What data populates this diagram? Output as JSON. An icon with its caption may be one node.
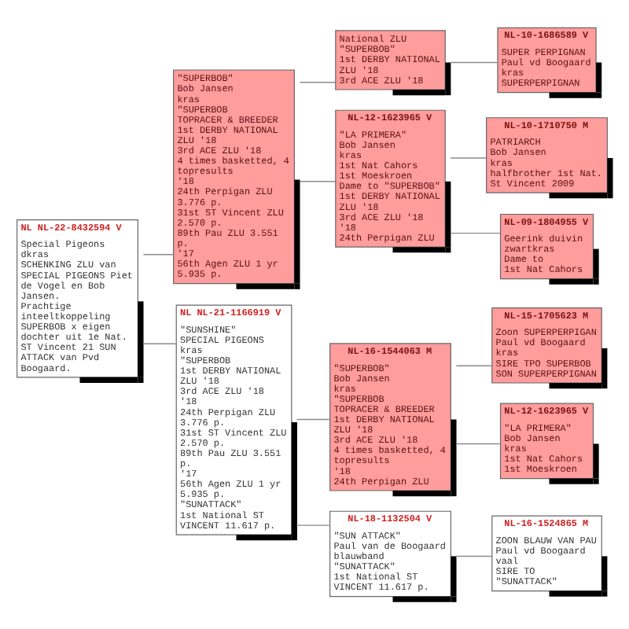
{
  "diagram": {
    "nodes": [
      {
        "text": [
          "NL NL-22-8432594 V",
          "Special Pigeons",
          "dkras",
          "SCHENKING ZLU van SPECIAL PIGEONS Piet de Vogel en Bob Jansen.",
          "Prachtige inteeltkoppeling SUPERBOB x eigen dochter uit 1e Nat. ST Vincent 21 SUN ATTACK van Pvd Boogaard."
        ]
      },
      {
        "text": [
          "\"SUPERBOB\"",
          "Bob Jansen",
          "kras",
          "\"SUPERBOB",
          "TOPRACER & BREEDER",
          "1st DERBY NATIONAL ZLU '18",
          "3rd ACE ZLU '18",
          "4 times basketted, 4 topresults",
          "'18",
          "24th Perpigan ZLU 3.776 p.",
          "31st ST Vincent ZLU 2.570 p.",
          "89th Pau ZLU 3.551 p.",
          "'17",
          "56th Agen ZLU 1 yr 5.935 p."
        ]
      },
      {
        "text": [
          "NL NL-21-1166919 V",
          "\"SUNSHINE\"",
          "SPECIAL PIGEONS",
          "kras",
          "\"SUPERBOB",
          "1st DERBY NATIONAL ZLU '18",
          "3rd ACE ZLU '18",
          "'18",
          "24th Perpigan ZLU 3.776 p.",
          "31st ST Vincent ZLU 2.570 p.",
          "89th Pau ZLU 3.551 p.",
          "'17",
          "56th Agen ZLU 1 yr 5.935 p.",
          "\"SUNATTACK\"",
          "1st National ST VINCENT 11.617 p."
        ]
      },
      {
        "text": [
          "National ZLU",
          "\"SUPERBOB\"",
          "1st DERBY NATIONAL ZLU '18",
          "3rd ACE ZLU '18"
        ]
      },
      {
        "text": [
          "NL-12-1623965 V",
          "\"LA PRIMERA\"",
          "Bob Jansen",
          "kras",
          "1st Nat Cahors",
          "1st Moeskroen",
          "Dame to \"SUPERBOB\"",
          "1st DERBY NATIONAL ZLU '18",
          "3rd ACE ZLU '18",
          "'18",
          "24th Perpigan ZLU"
        ]
      },
      {
        "text": [
          "NL-16-1544063 M",
          "\"SUPERBOB\"",
          "Bob Jansen",
          "kras",
          "\"SUPERBOB",
          "TOPRACER & BREEDER",
          "1st DERBY NATIONAL ZLU '18",
          "3rd ACE ZLU '18",
          "4 times basketted, 4 topresults",
          "'18",
          "24th Perpigan ZLU"
        ]
      },
      {
        "text": [
          "NL-18-1132504 V",
          "\"SUN ATTACK\"",
          "Paul van de Boogaard",
          "blauwband",
          "\"SUNATTACK\"",
          "1st National ST VINCENT 11.617 p."
        ]
      },
      {
        "text": [
          "NL-10-1686589 V",
          "SUPER PERPIGNAN",
          "Paul vd Boogaard",
          "kras",
          "SUPERPERPIGNAN"
        ]
      },
      {
        "text": [
          "NL-10-1710750 M",
          "PATRIARCH",
          "Bob Jansen",
          "kras",
          "halfbrother 1st Nat. St Vincent 2009"
        ]
      },
      {
        "text": [
          "NL-09-1804955 V",
          "Geerink duivin",
          "zwartkras",
          "Dame to",
          "1st Nat Cahors"
        ]
      },
      {
        "text": [
          "NL-15-1705623 M",
          "Zoon SUPERPERPIGAN",
          "Paul vd Boogaard",
          "kras",
          "SIRE TPO SUPERBOB",
          "SON SUPERPERPIGNAN"
        ]
      },
      {
        "text": [
          "NL-12-1623965 V",
          "\"LA PRIMERA\"",
          "Bob Jansen",
          "kras",
          "1st Nat Cahors",
          "1st Moeskroen"
        ]
      },
      {
        "text": [
          "NL-16-1524865 M",
          "ZOON BLAUW VAN PAU",
          "Paul vd Boogaard",
          "vaal",
          "SIRE TO",
          "\"SUNATTACK\""
        ]
      }
    ],
    "edges": [
      {
        "from": 0,
        "to": 1,
        "arrow": "none"
      },
      {
        "from": 0,
        "to": 2,
        "arrow": "none"
      },
      {
        "from": 1,
        "to": 3,
        "arrow": "none"
      },
      {
        "from": 1,
        "to": 4,
        "arrow": "none"
      },
      {
        "from": 2,
        "to": 5,
        "arrow": "none"
      },
      {
        "from": 2,
        "to": 6,
        "arrow": "none"
      },
      {
        "from": 3,
        "to": 7,
        "arrow": "none"
      },
      {
        "from": 4,
        "to": 8,
        "arrow": "none"
      },
      {
        "from": 4,
        "to": 9,
        "arrow": "none"
      },
      {
        "from": 5,
        "to": 10,
        "arrow": "none"
      },
      {
        "from": 5,
        "to": 11,
        "arrow": "none"
      },
      {
        "from": 6,
        "to": 12,
        "arrow": "none"
      }
    ]
  }
}
